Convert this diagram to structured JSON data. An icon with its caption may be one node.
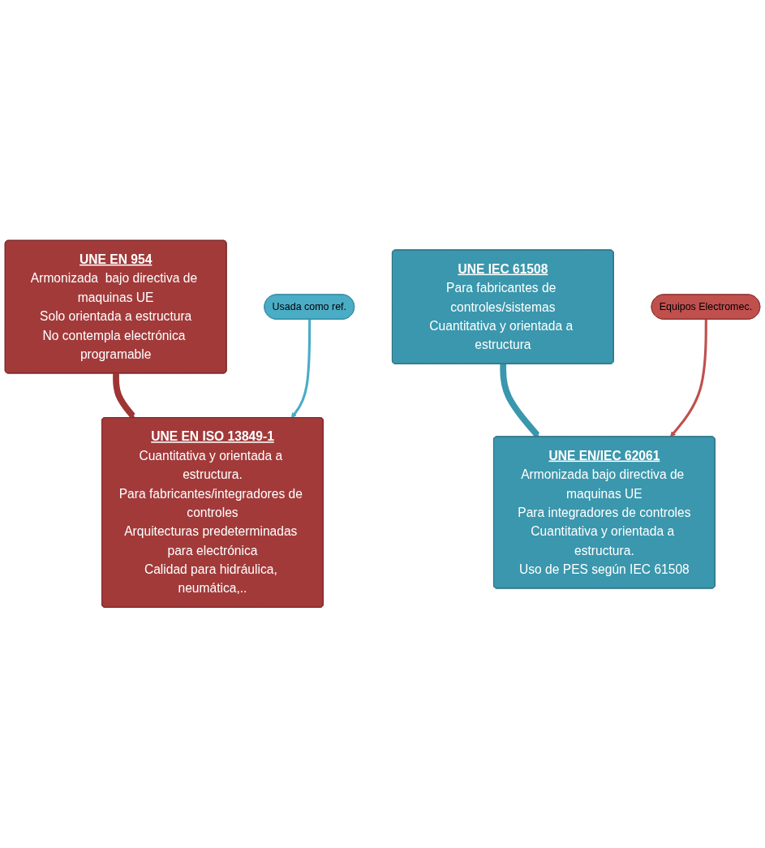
{
  "diagram": {
    "nodes": [
      {
        "text": [
          "UNE EN 954",
          "Armonizada  bajo directiva de maquinas UE",
          "Solo orientada a estructura",
          "No contempla electrónica programable"
        ]
      },
      {
        "text": [
          "UNE IEC 61508",
          "Para fabricantes de controles/sistemas",
          "Cuantitativa y orientada a estructura"
        ]
      },
      {
        "text": [
          "Equipos Electromec."
        ]
      },
      {
        "text": [
          "Usada como ref."
        ]
      },
      {
        "text": [
          "UNE EN ISO 13849-1",
          "Cuantitativa y orientada a estructura.",
          "Para fabricantes/integradores de controles",
          "Arquitecturas predeterminadas para electrónica",
          "Calidad para hidráulica, neumática,.."
        ]
      },
      {
        "text": [
          "UNE EN/IEC 62061",
          "Armonizada bajo directiva de maquinas UE",
          "Para integradores de controles",
          "Cuantitativa y orientada a estructura.",
          "Uso de PES según IEC 61508"
        ]
      }
    ],
    "edges": [
      {
        "from": 0,
        "to": 4,
        "arrow": "to",
        "style": "thick",
        "color": "#9e3535"
      },
      {
        "from": 1,
        "to": 5,
        "arrow": "to",
        "style": "thick",
        "color": "#3a97ad"
      },
      {
        "from": 2,
        "to": 5,
        "arrow": "to",
        "color": "#c0504d"
      },
      {
        "from": 3,
        "to": 4,
        "arrow": "to",
        "color": "#4bacc6"
      }
    ]
  }
}
